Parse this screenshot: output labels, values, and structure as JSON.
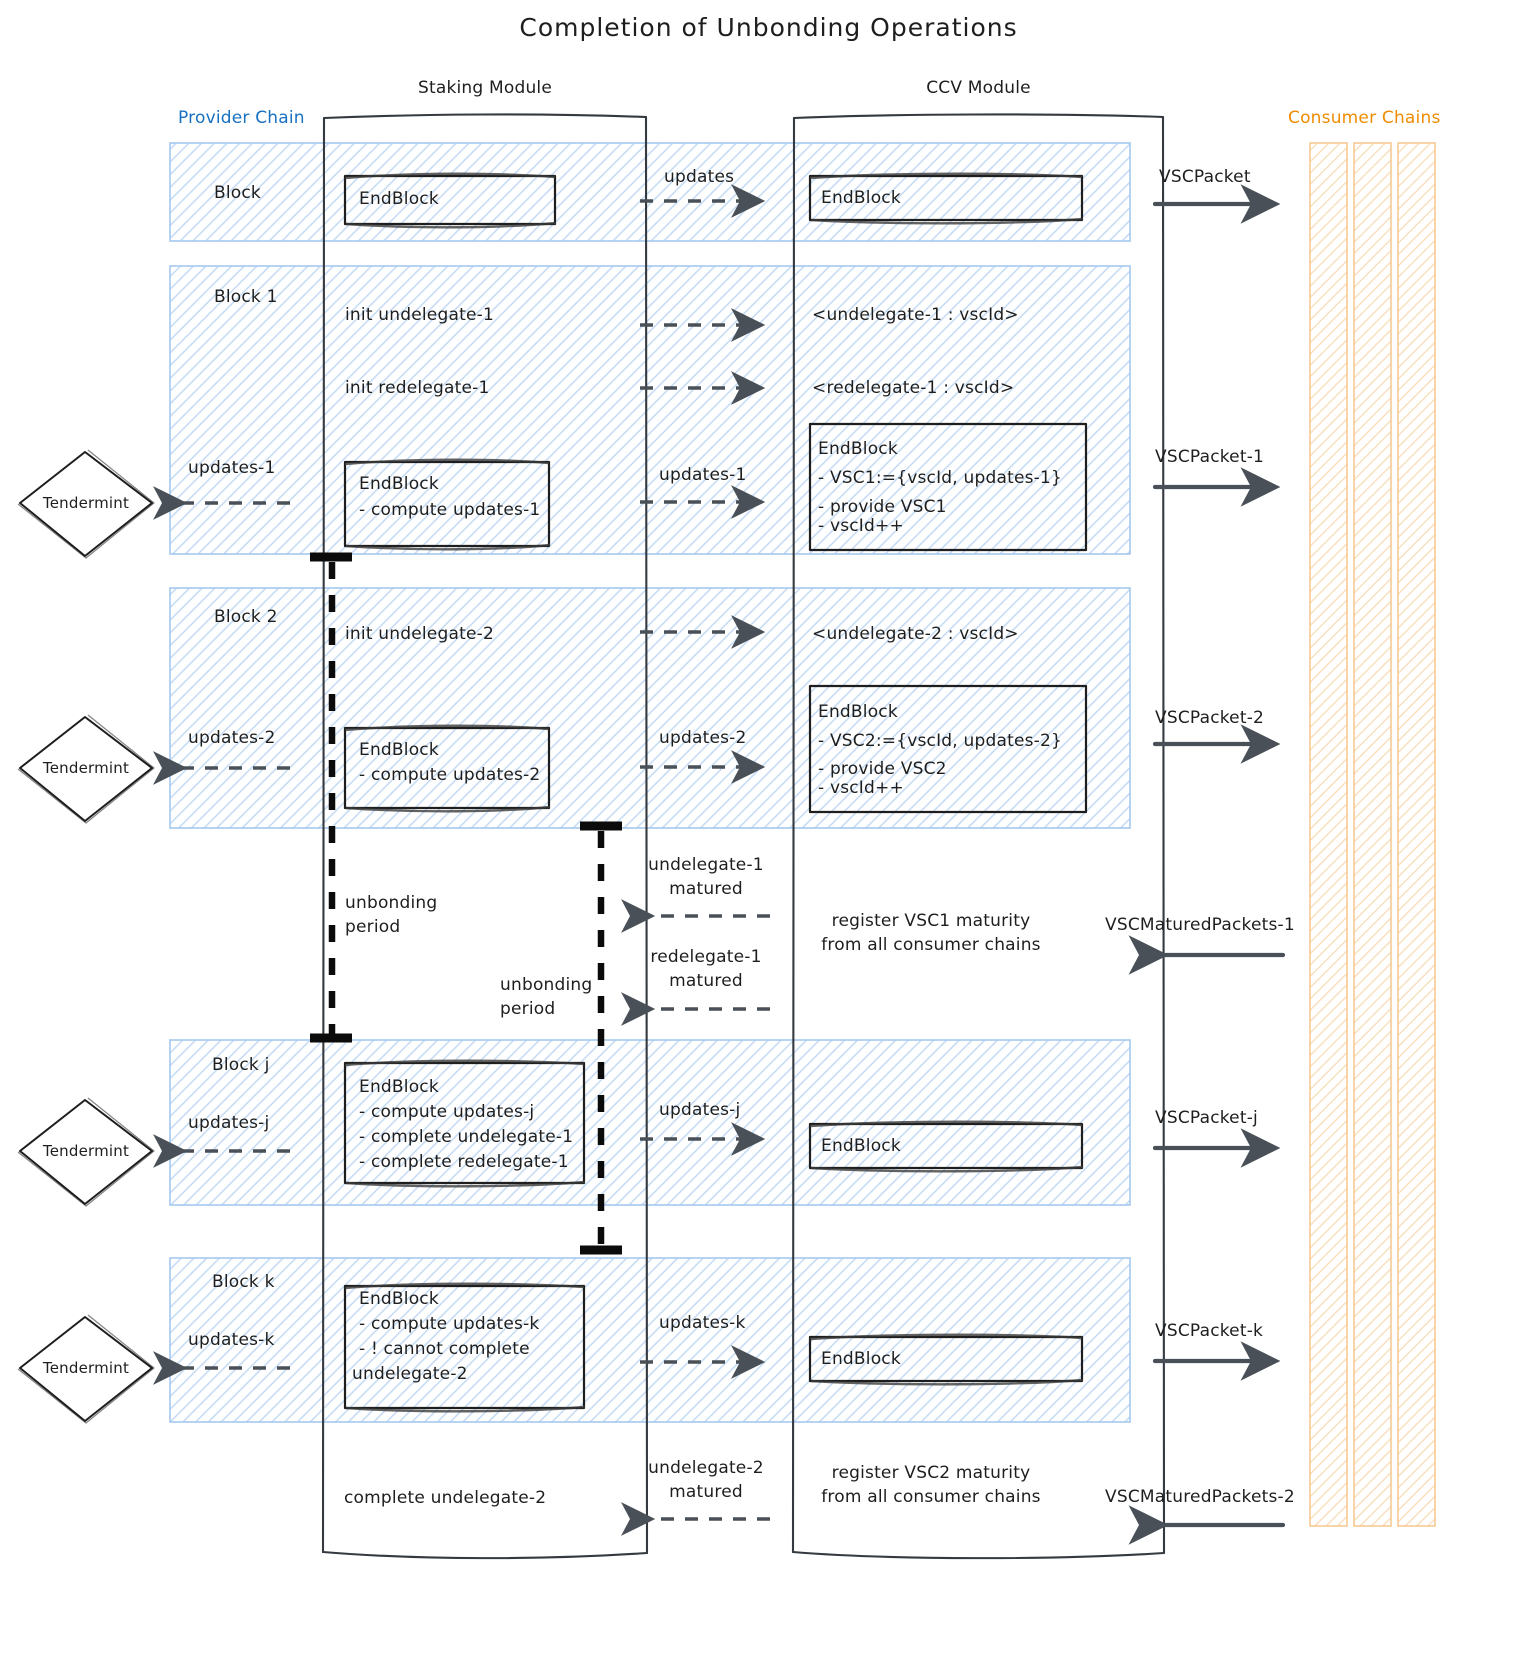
{
  "title": "Completion of Unbonding Operations",
  "colors": {
    "provider_accent": "#1971c2",
    "consumer_accent": "#f08c00",
    "band_fill": "#e7f0fb",
    "band_stroke": "#a5c8ef",
    "consumer_fill": "#fdefdc",
    "consumer_stroke": "#f6c58c",
    "stroke": "#1e1e1e",
    "arrow": "#495057"
  },
  "lifelines": {
    "provider_label": "Provider Chain",
    "consumer_label": "Consumer Chains",
    "staking_module": "Staking Module",
    "ccv_module": "CCV Module",
    "actor_label": "Tendermint"
  },
  "blocks": [
    {
      "name": "Block",
      "staking_box": [
        "EndBlock"
      ],
      "mid_arrow_label": "updates",
      "ccv_box": [
        "EndBlock"
      ],
      "consumer_arrow_label": "VSCPacket",
      "consumer_arrow_dir": "right",
      "tendermint_label": null
    },
    {
      "name": "Block 1",
      "messages": [
        {
          "left": "init undelegate-1",
          "right": "<undelegate-1 : vscId>"
        },
        {
          "left": "init redelegate-1",
          "right": "<redelegate-1 : vscId>"
        }
      ],
      "staking_box": [
        "EndBlock",
        "- compute updates-1"
      ],
      "mid_arrow_label": "updates-1",
      "ccv_box": [
        "EndBlock",
        "- VSC1:={vscId, updates-1}",
        "- provide VSC1",
        "- vscId++"
      ],
      "tendermint_arrow_label": "updates-1",
      "consumer_arrow_label": "VSCPacket-1",
      "consumer_arrow_dir": "right",
      "tendermint_label": "Tendermint"
    },
    {
      "name": "Block 2",
      "messages": [
        {
          "left": "init undelegate-2",
          "right": "<undelegate-2 : vscId>"
        }
      ],
      "staking_box": [
        "EndBlock",
        "- compute updates-2"
      ],
      "mid_arrow_label": "updates-2",
      "ccv_box": [
        "EndBlock",
        "- VSC2:={vscId, updates-2}",
        "- provide VSC2",
        "- vscId++"
      ],
      "tendermint_arrow_label": "updates-2",
      "consumer_arrow_label": "VSCPacket-2",
      "consumer_arrow_dir": "right",
      "tendermint_label": "Tendermint"
    },
    {
      "name": "Block j",
      "staking_box": [
        "EndBlock",
        "- compute updates-j",
        "- complete undelegate-1",
        "- complete redelegate-1"
      ],
      "mid_arrow_label": "updates-j",
      "ccv_box": [
        "EndBlock"
      ],
      "tendermint_arrow_label": "updates-j",
      "consumer_arrow_label": "VSCPacket-j",
      "consumer_arrow_dir": "right",
      "tendermint_label": "Tendermint"
    },
    {
      "name": "Block k",
      "staking_box": [
        "EndBlock",
        "- compute updates-k",
        "- ! cannot complete",
        "undelegate-2"
      ],
      "mid_arrow_label": "updates-k",
      "ccv_box": [
        "EndBlock"
      ],
      "tendermint_arrow_label": "updates-k",
      "consumer_arrow_label": "VSCPacket-k",
      "consumer_arrow_dir": "right",
      "tendermint_label": "Tendermint"
    }
  ],
  "unbonding": {
    "label_line1": "unbonding",
    "label_line2": "period",
    "first_label_line1": "unbonding",
    "first_label_line2": "period"
  },
  "maturity_1": {
    "msg1_line1": "undelegate-1",
    "msg1_line2": "matured",
    "msg2_line1": "redelegate-1",
    "msg2_line2": "matured",
    "register_line1": "register VSC1 maturity",
    "register_line2": "from all consumer chains",
    "consumer_arrow_label": "VSCMaturedPackets-1"
  },
  "maturity_2": {
    "msg_line1": "undelegate-2",
    "msg_line2": "matured",
    "register_line1": "register VSC2 maturity",
    "register_line2": "from all consumer chains",
    "consumer_arrow_label": "VSCMaturedPackets-2",
    "staking_action": "complete undelegate-2"
  }
}
